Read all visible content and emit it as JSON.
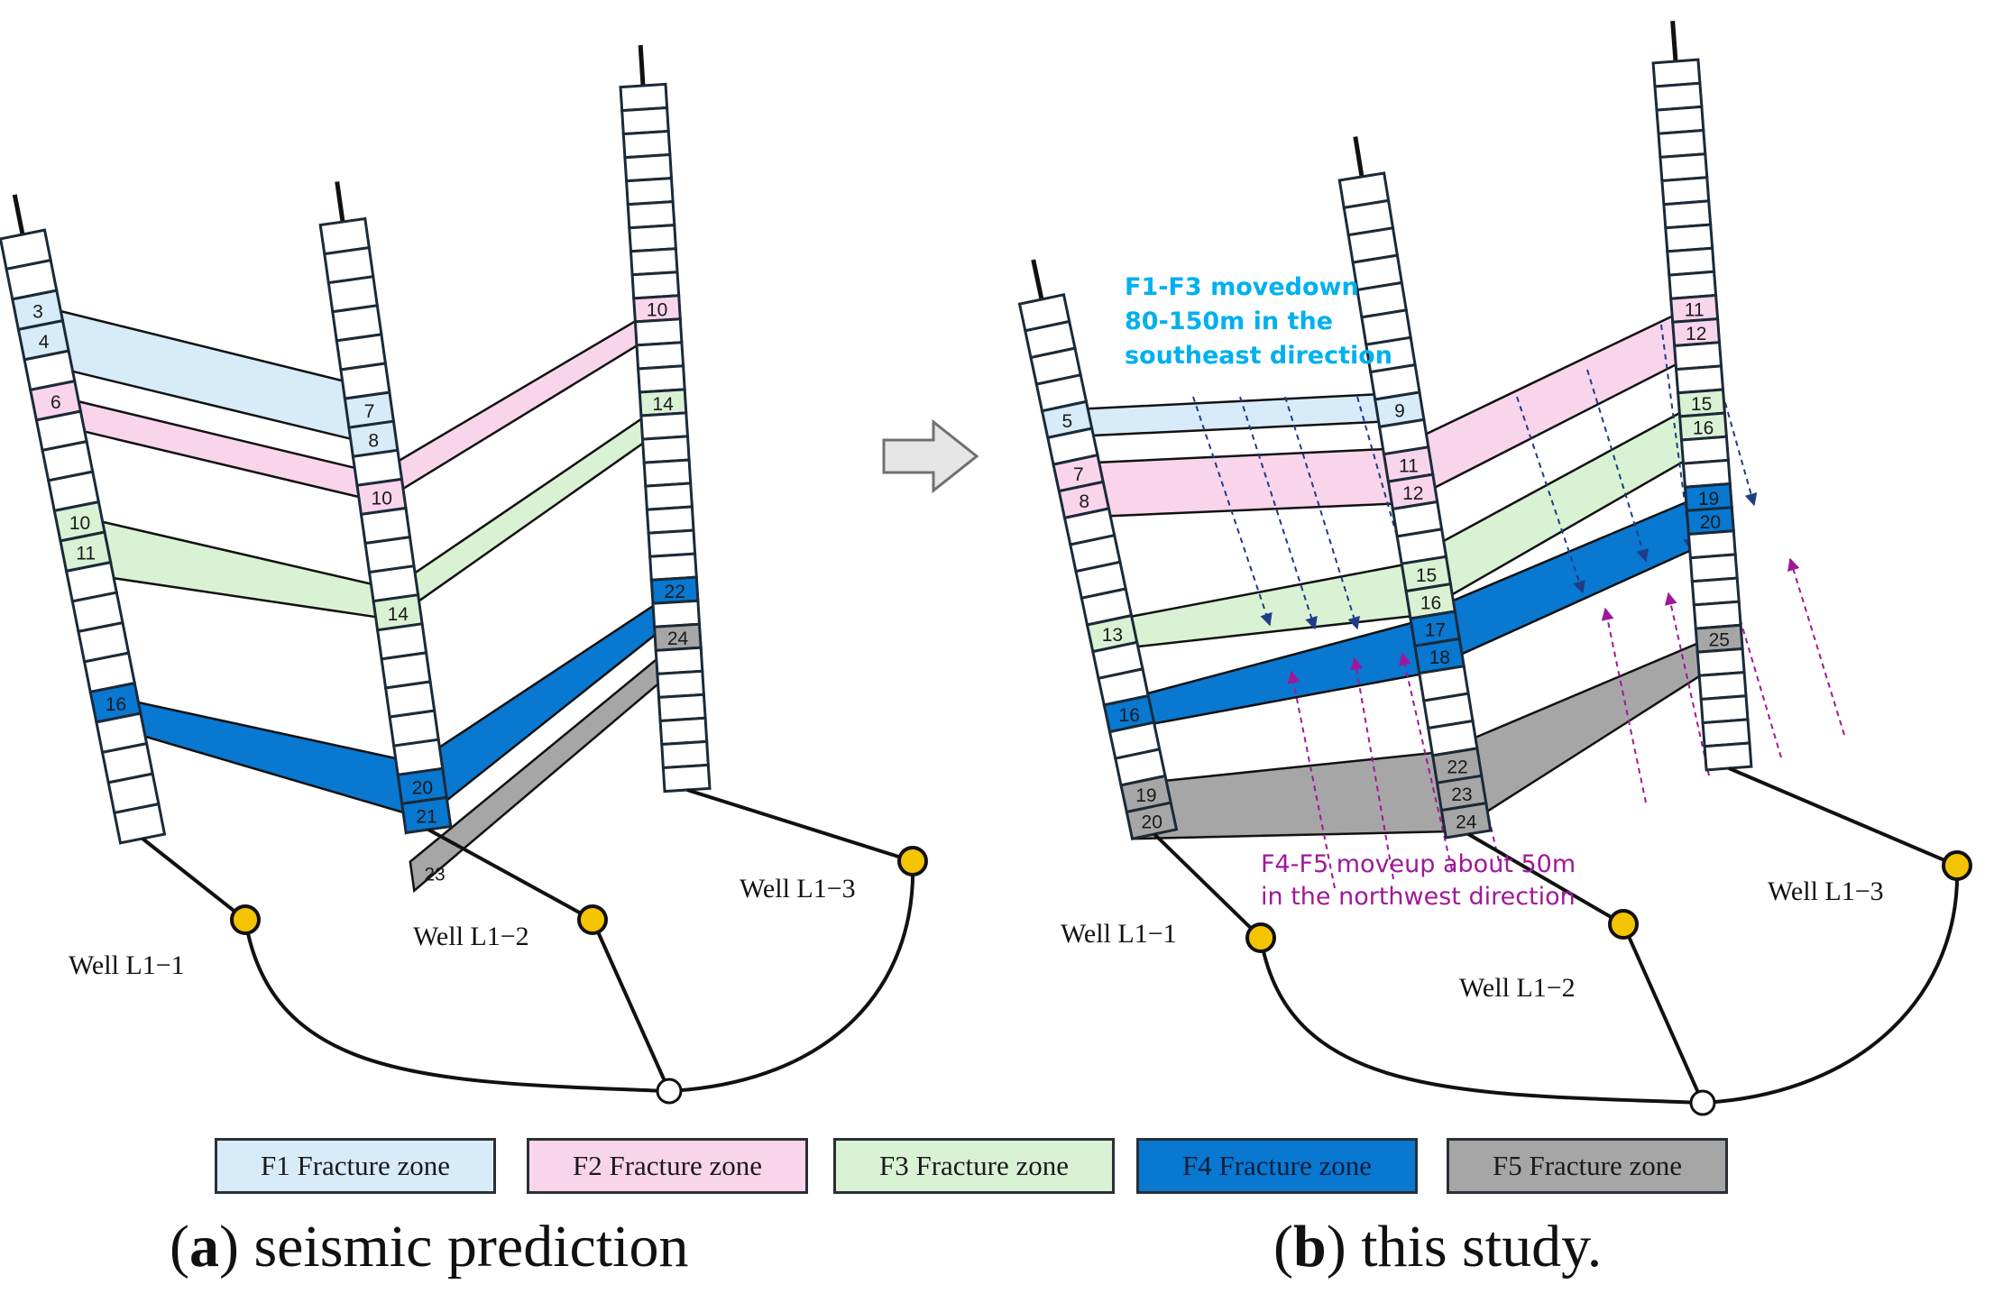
{
  "colors": {
    "F1": "#d7ebf9",
    "F2": "#f9d5ec",
    "F3": "#d9f2d3",
    "F4": "#0878d1",
    "F5": "#a6a6a6",
    "note_f1f3": "#00b0f0",
    "note_f4f5": "#a0189a",
    "arrow_down": "#1f3c88",
    "arrow_up": "#a0189a"
  },
  "panel_a": {
    "wells": [
      {
        "name": "Well L1−1",
        "labels": [
          {
            "seg": 3,
            "text": "3"
          },
          {
            "seg": 4,
            "text": "4"
          },
          {
            "seg": 6,
            "text": "6"
          },
          {
            "seg": 10,
            "text": "10"
          },
          {
            "seg": 11,
            "text": "11"
          },
          {
            "seg": 16,
            "text": "16"
          }
        ]
      },
      {
        "name": "Well L1−2",
        "labels": [
          {
            "seg": 7,
            "text": "7"
          },
          {
            "seg": 8,
            "text": "8"
          },
          {
            "seg": 10,
            "text": "10"
          },
          {
            "seg": 14,
            "text": "14"
          },
          {
            "seg": 20,
            "text": "20"
          },
          {
            "seg": 21,
            "text": "21"
          },
          {
            "seg": 23,
            "text": "23"
          }
        ]
      },
      {
        "name": "Well L1−3",
        "labels": [
          {
            "seg": 10,
            "text": "10"
          },
          {
            "seg": 14,
            "text": "14"
          },
          {
            "seg": 22,
            "text": "22"
          },
          {
            "seg": 24,
            "text": "24"
          }
        ]
      }
    ]
  },
  "panel_b": {
    "wells": [
      {
        "name": "Well L1−1",
        "labels": [
          {
            "seg": 5,
            "text": "5"
          },
          {
            "seg": 7,
            "text": "7"
          },
          {
            "seg": 8,
            "text": "8"
          },
          {
            "seg": 13,
            "text": "13"
          },
          {
            "seg": 16,
            "text": "16"
          },
          {
            "seg": 19,
            "text": "19"
          },
          {
            "seg": 20,
            "text": "20"
          }
        ]
      },
      {
        "name": "Well L1−2",
        "labels": [
          {
            "seg": 9,
            "text": "9"
          },
          {
            "seg": 11,
            "text": "11"
          },
          {
            "seg": 12,
            "text": "12"
          },
          {
            "seg": 15,
            "text": "15"
          },
          {
            "seg": 16,
            "text": "16"
          },
          {
            "seg": 17,
            "text": "17"
          },
          {
            "seg": 18,
            "text": "18"
          },
          {
            "seg": 22,
            "text": "22"
          },
          {
            "seg": 23,
            "text": "23"
          },
          {
            "seg": 24,
            "text": "24"
          }
        ]
      },
      {
        "name": "Well L1−3",
        "labels": [
          {
            "seg": 11,
            "text": "11"
          },
          {
            "seg": 12,
            "text": "12"
          },
          {
            "seg": 15,
            "text": "15"
          },
          {
            "seg": 16,
            "text": "16"
          },
          {
            "seg": 19,
            "text": "19"
          },
          {
            "seg": 20,
            "text": "20"
          },
          {
            "seg": 25,
            "text": "25"
          }
        ]
      }
    ],
    "note_f1f3": [
      "F1-F3 movedown",
      "80-150m in the",
      "southeast direction"
    ],
    "note_f4f5": [
      "F4-F5 moveup about 50m",
      "in the northwest direction"
    ]
  },
  "legend": [
    {
      "key": "F1",
      "label": "F1 Fracture zone"
    },
    {
      "key": "F2",
      "label": "F2 Fracture zone"
    },
    {
      "key": "F3",
      "label": "F3 Fracture zone"
    },
    {
      "key": "F4",
      "label": "F4 Fracture zone"
    },
    {
      "key": "F5",
      "label": "F5 Fracture zone"
    }
  ],
  "captions": {
    "a_letter": "a",
    "a_text": "seismic prediction",
    "b_letter": "b",
    "b_text": "this study."
  }
}
